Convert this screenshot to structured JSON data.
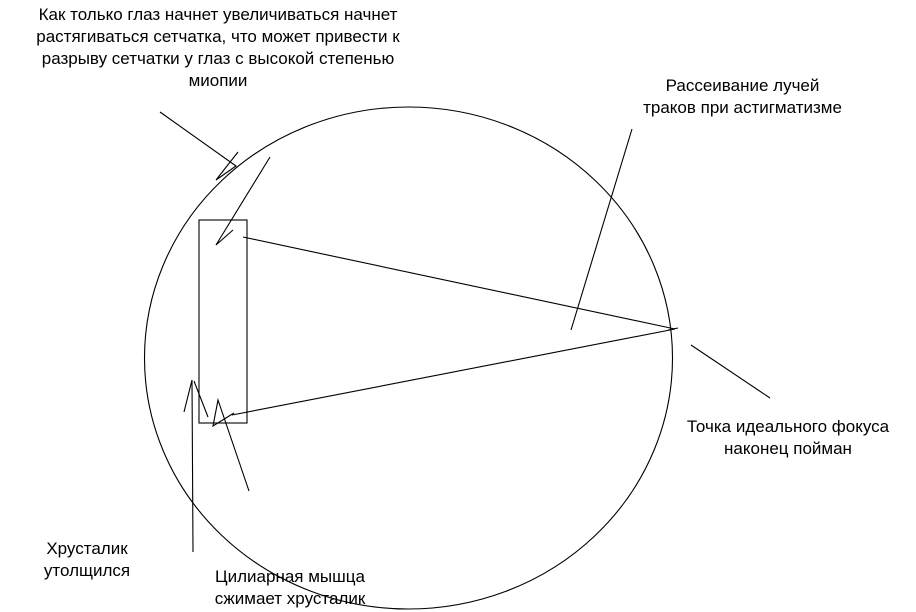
{
  "colors": {
    "background": "#ffffff",
    "stroke": "#000000",
    "text": "#000000"
  },
  "labels": {
    "myopia_note": [
      "Как только глаз начнет увеличиваться начнет",
      "растягиваться сетчатка, что может привести к",
      "разрыву сетчатки у глаз с высокой степенью",
      "миопии"
    ],
    "astigmatism": [
      "Рассеивание лучей",
      "траков при астигматизме"
    ],
    "ideal_focus": [
      "Точка идеального фокуса",
      "наконец пойман"
    ],
    "lens_thickened": [
      "Хрусталик",
      "утолщился"
    ],
    "ciliary_muscle": [
      "Цилиарная мышца",
      "сжимает хрусталик"
    ]
  }
}
